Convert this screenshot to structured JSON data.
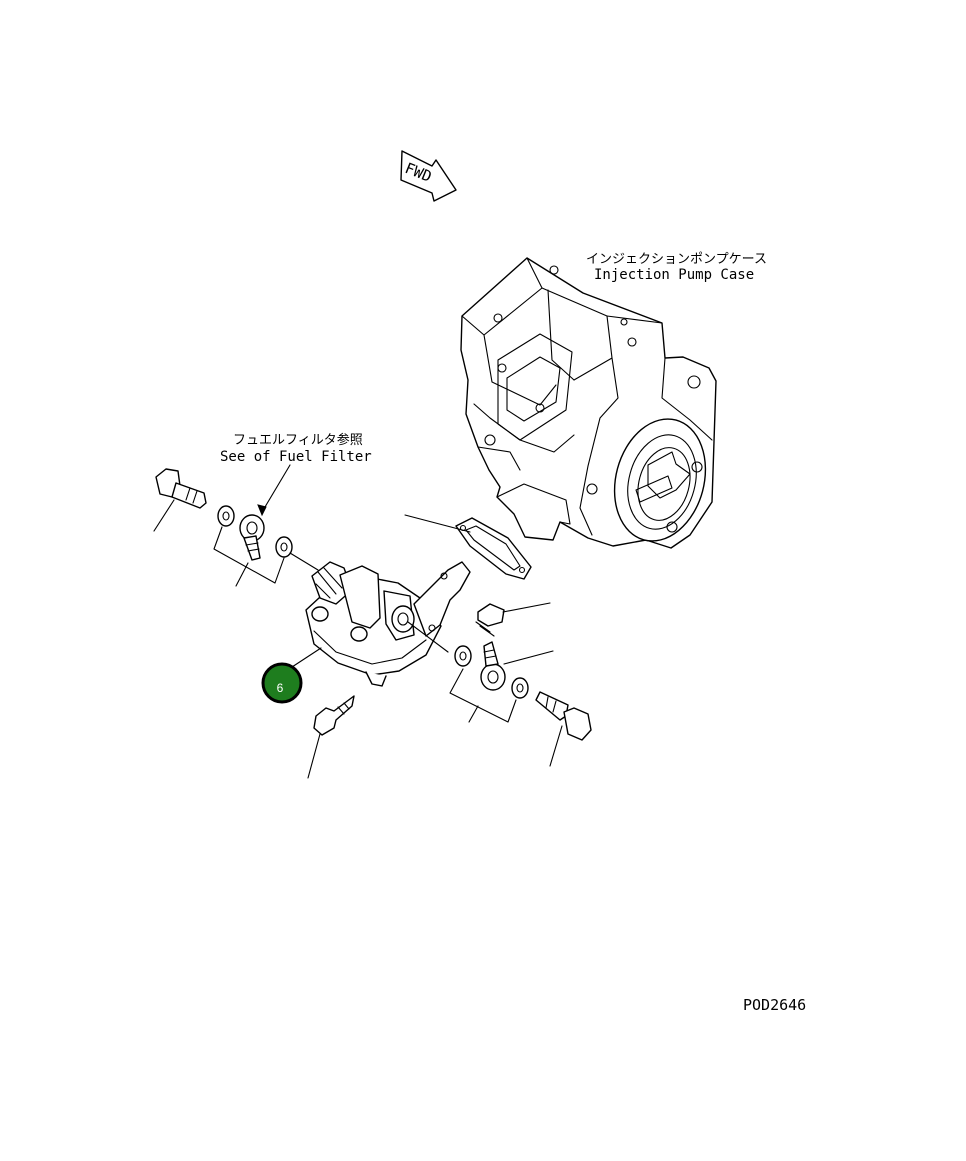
{
  "fwd_label": "FWD",
  "case_label": {
    "jp": "インジェクションポンプケース",
    "en": "Injection Pump Case"
  },
  "filter_note": {
    "jp": "フュエルフィルタ参照",
    "en": "See of Fuel Filter"
  },
  "callout": {
    "number": "6",
    "color": "#1e7d1e"
  },
  "drawing_id": "POD2646"
}
